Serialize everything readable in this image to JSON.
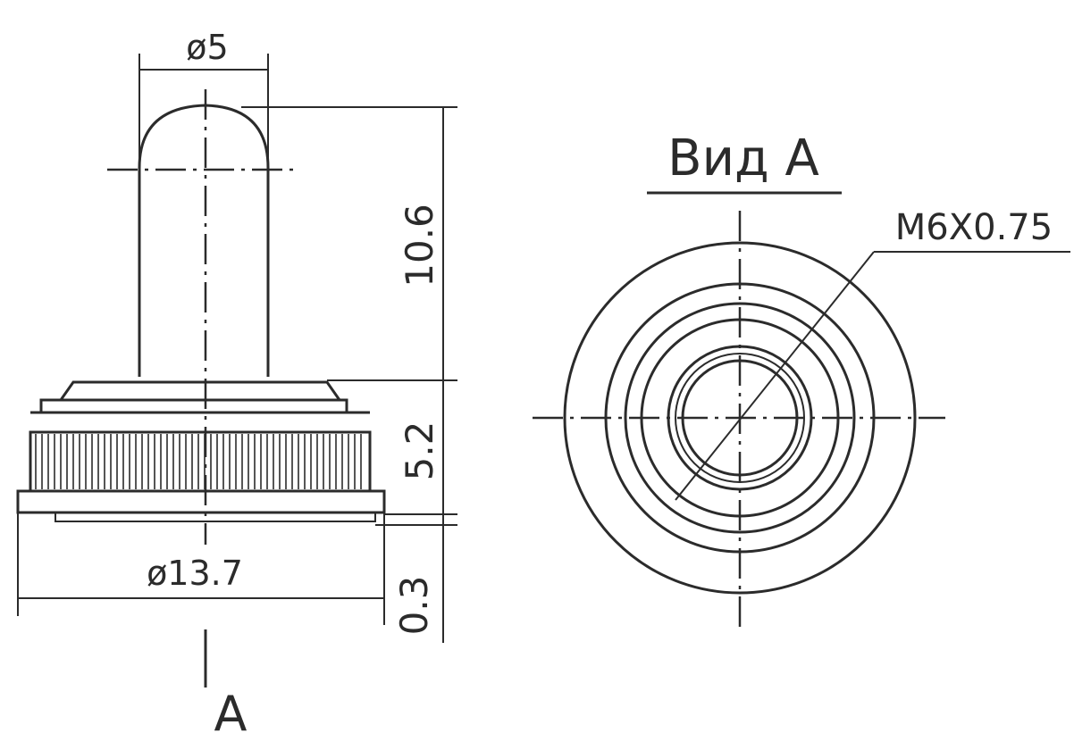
{
  "side_view": {
    "dim_stem_diameter": "ø5",
    "dim_stem_height": "10.6",
    "dim_base_height": "5.2",
    "dim_washer_thickness": "0.3",
    "dim_base_diameter": "ø13.7",
    "view_arrow_label": "A"
  },
  "end_view": {
    "title": "Вид A",
    "thread_callout": "M6X0.75"
  }
}
